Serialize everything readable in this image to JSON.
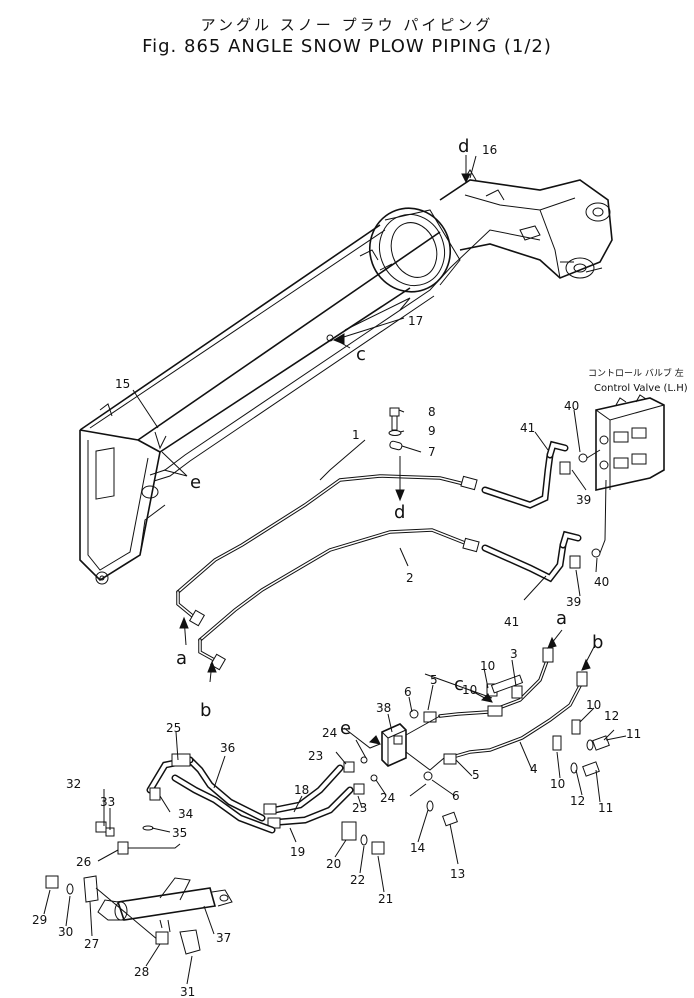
{
  "title_japanese": "アングル スノー プラウ パイピング",
  "title_english": "Fig. 865 ANGLE SNOW PLOW PIPING (1/2)",
  "control_valve_japanese": "コントロール バルブ 左",
  "control_valve_english": "Control Valve (L.H)",
  "part_numbers": [
    "1",
    "2",
    "3",
    "4",
    "5",
    "5",
    "6",
    "6",
    "7",
    "8",
    "9",
    "10",
    "10",
    "10",
    "10",
    "11",
    "11",
    "12",
    "12",
    "13",
    "14",
    "15",
    "16",
    "17",
    "18",
    "19",
    "20",
    "21",
    "22",
    "23",
    "23",
    "24",
    "24",
    "25",
    "26",
    "27",
    "28",
    "29",
    "30",
    "31",
    "32",
    "33",
    "34",
    "35",
    "36",
    "37",
    "38",
    "39",
    "39",
    "40",
    "40",
    "41",
    "41"
  ],
  "reference_letters": [
    "a",
    "a",
    "b",
    "b",
    "c",
    "c",
    "d",
    "d",
    "e",
    "e"
  ]
}
